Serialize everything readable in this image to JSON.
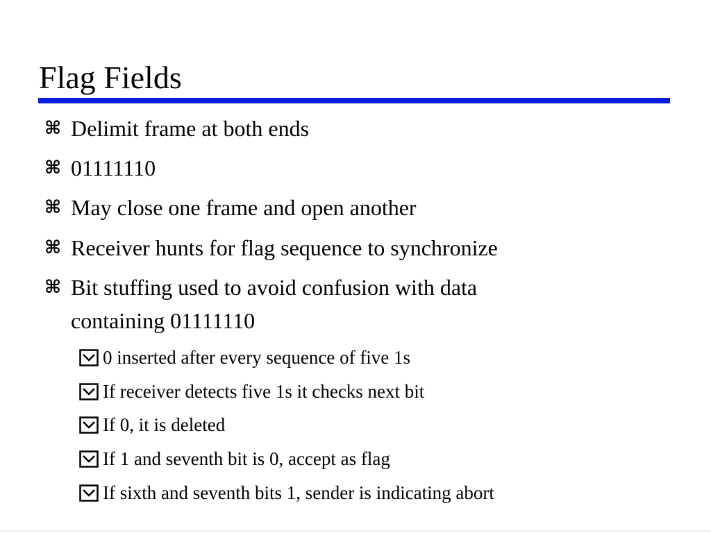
{
  "slide": {
    "title": "Flag Fields",
    "accent_color": "#0a1ee0",
    "bullet_icon": "command-icon",
    "sub_bullet_icon": "checkbox-icon",
    "bullets": [
      {
        "text": "Delimit frame at both ends"
      },
      {
        "text": "01111110"
      },
      {
        "text": "May close one frame and open another"
      },
      {
        "text": "Receiver hunts for flag sequence to synchronize"
      },
      {
        "text": "Bit stuffing used to avoid confusion with data",
        "text_cont": "containing 01111110"
      }
    ],
    "sub_bullets": [
      {
        "text": "0 inserted after every sequence of five 1s"
      },
      {
        "text": "If receiver detects five 1s it checks next bit"
      },
      {
        "text": "If 0, it is deleted"
      },
      {
        "text": "If 1 and seventh bit is 0, accept as flag"
      },
      {
        "text": "If sixth and seventh bits 1, sender is indicating abort"
      }
    ]
  }
}
